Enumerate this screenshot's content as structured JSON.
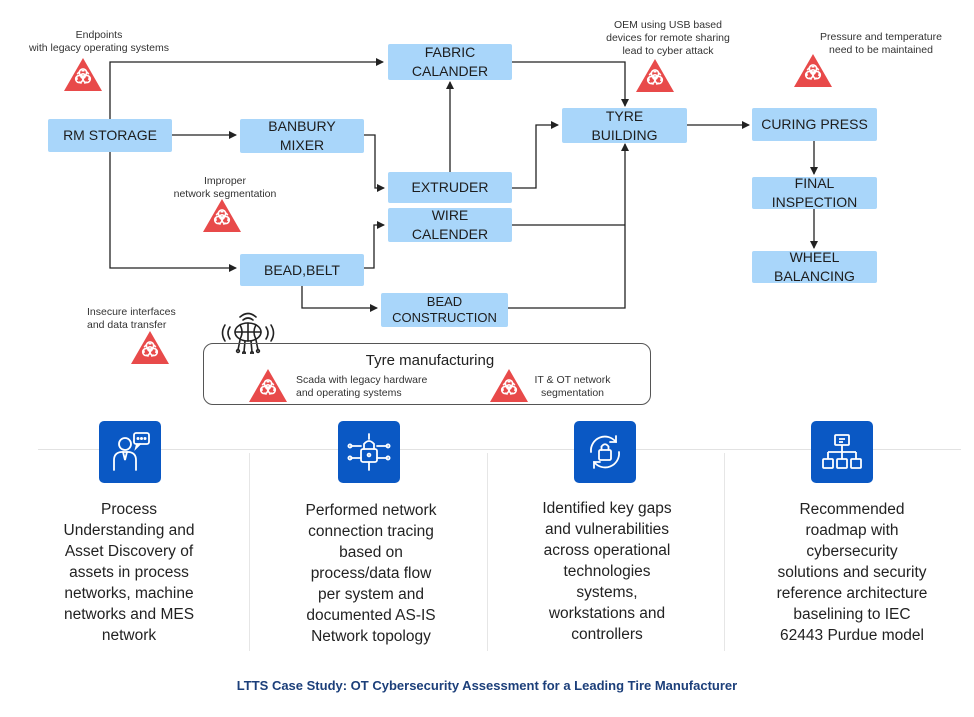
{
  "nodes": {
    "rm_storage": "RM STORAGE",
    "banbury_mixer": "BANBURY\nMIXER",
    "bead_belt": "BEAD,BELT",
    "fabric_calander": "FABRIC\nCALANDER",
    "extruder": "EXTRUDER",
    "wire_calender": "WIRE\nCALENDER",
    "bead_construction": "BEAD\nCONSTRUCTION",
    "tyre_building": "TYRE\nBUILDING",
    "curing_press": "CURING PRESS",
    "final_inspection": "FINAL\nINSPECTION",
    "wheel_balancing": "WHEEL\nBALANCING"
  },
  "notes": {
    "endpoints": "Endpoints\nwith legacy operating systems",
    "oem": "OEM using USB based\ndevices for remote sharing\nlead to cyber attack",
    "pressure": "Pressure and temperature\nneed to be maintained",
    "improper": "Improper\nnetwork segmentation",
    "insecure": "Insecure interfaces\nand data transfer"
  },
  "tyre_box": {
    "title": "Tyre manufacturing",
    "scada": "Scada with legacy hardware\nand operating systems",
    "itot": "IT & OT network\nsegmentation"
  },
  "bottom": [
    {
      "icon": "consultant-chat-icon",
      "text": "Process\nUnderstanding and\nAsset Discovery of\nassets in process\nnetworks, machine\nnetworks and MES\nnetwork"
    },
    {
      "icon": "network-lock-icon",
      "text": "Performed network\nconnection tracing\nbased on\nprocess/data flow\nper system and\ndocumented AS-IS\nNetwork topology"
    },
    {
      "icon": "cycle-lock-icon",
      "text": "Identified key gaps\nand vulnerabilities\nacross operational\ntechnologies\nsystems,\nworkstations and\ncontrollers"
    },
    {
      "icon": "hierarchy-icon",
      "text": "Recommended\nroadmap with\ncybersecurity\nsolutions and security\nreference architecture\nbaselining to IEC\n62443 Purdue model"
    }
  ],
  "footer": "LTTS Case Study: OT Cybersecurity Assessment for a Leading Tire Manufacturer",
  "colors": {
    "node": "#a9d6fa",
    "hazard": "#e84a4a",
    "icon_bg": "#0a58c4",
    "footer": "#1c3f7a"
  }
}
